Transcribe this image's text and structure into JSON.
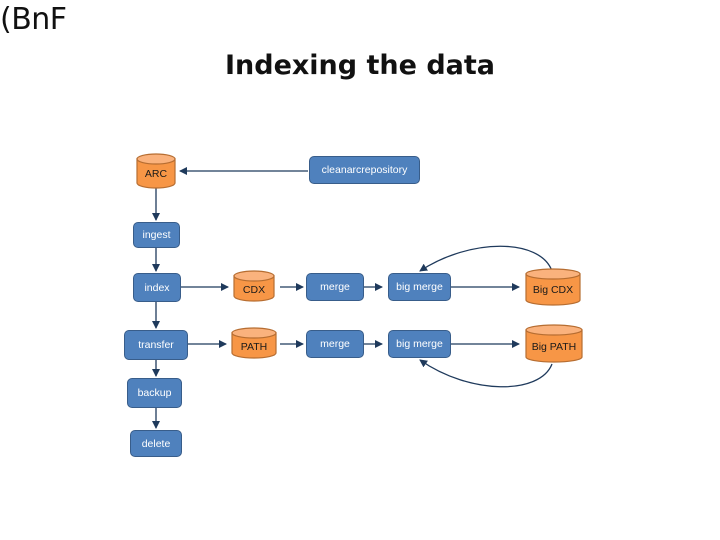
{
  "logo": "(BnF",
  "title": "Indexing the data",
  "nodes": {
    "arc": "ARC",
    "cleanarcrepository": "cleanarcrepository",
    "ingest": "ingest",
    "index": "index",
    "cdx": "CDX",
    "merge1": "merge",
    "bigmerge1": "big merge",
    "bigcdx": "Big CDX",
    "transfer": "transfer",
    "path": "PATH",
    "merge2": "merge",
    "bigmerge2": "big merge",
    "bigpath": "Big PATH",
    "backup": "backup",
    "delete": "delete"
  },
  "colors": {
    "process_fill": "#4f81bd",
    "process_border": "#385d8a",
    "store_fill": "#f79646",
    "store_border": "#b66d31",
    "arrow": "#1f3a5c"
  }
}
